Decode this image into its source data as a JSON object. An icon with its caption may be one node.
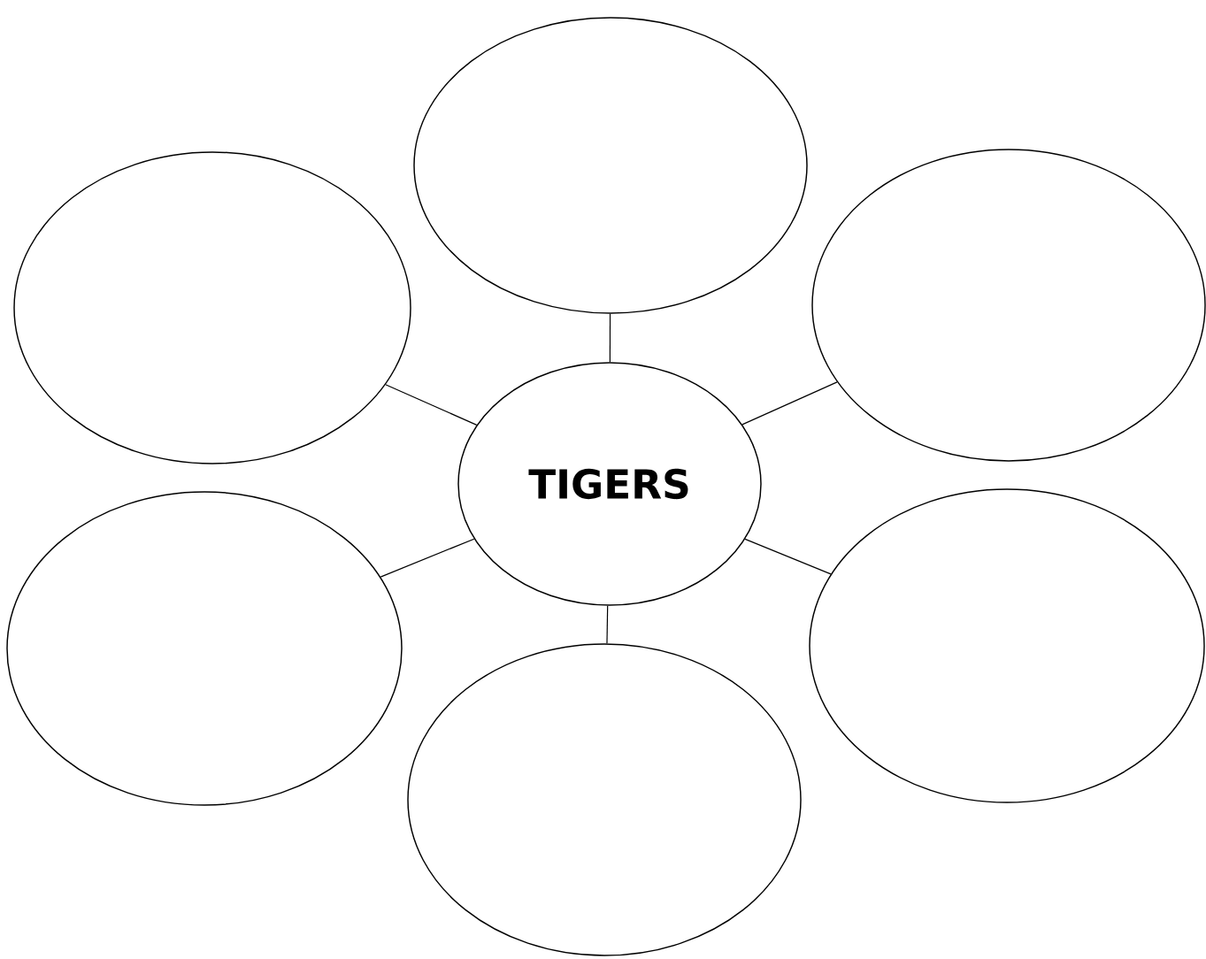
{
  "diagram": {
    "nodes": [
      {
        "text": [],
        "shape": "ellipse"
      },
      {
        "text": [],
        "shape": "ellipse"
      },
      {
        "text": [],
        "shape": "ellipse"
      },
      {
        "text": [
          "TIGERS"
        ]
      },
      {
        "text": [],
        "shape": "ellipse"
      },
      {
        "text": [],
        "shape": "ellipse"
      },
      {
        "text": [],
        "shape": "ellipse"
      }
    ],
    "edges": [
      {
        "from": 3,
        "to": 0,
        "arrow": "none"
      },
      {
        "from": 3,
        "to": 1,
        "arrow": "none"
      },
      {
        "from": 3,
        "to": 2,
        "arrow": "none"
      },
      {
        "from": 3,
        "to": 4,
        "arrow": "none"
      },
      {
        "from": 3,
        "to": 5,
        "arrow": "none"
      },
      {
        "from": 3,
        "to": 6,
        "arrow": "none"
      }
    ]
  }
}
